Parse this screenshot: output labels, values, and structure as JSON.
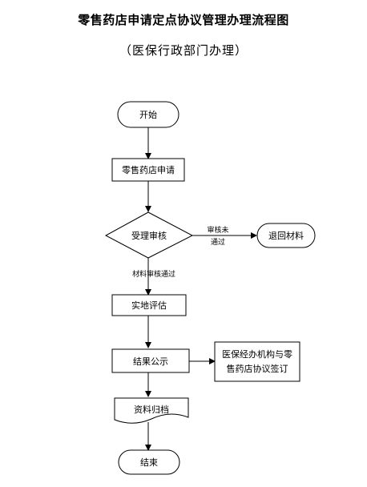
{
  "title": "零售药店申请定点协议管理办理流程图",
  "subtitle": "（医保行政部门办理）",
  "nodes": {
    "start": "开始",
    "apply": "零售药店申请",
    "review": "受理审核",
    "return": "退回材料",
    "evaluate": "实地评估",
    "publicize": "结果公示",
    "sign_line1": "医保经办机构与零",
    "sign_line2": "售药店协议签订",
    "archive": "资料归档",
    "end": "结束"
  },
  "edges": {
    "fail_line1": "审核未",
    "fail_line2": "通过",
    "pass": "材料审核通过"
  }
}
